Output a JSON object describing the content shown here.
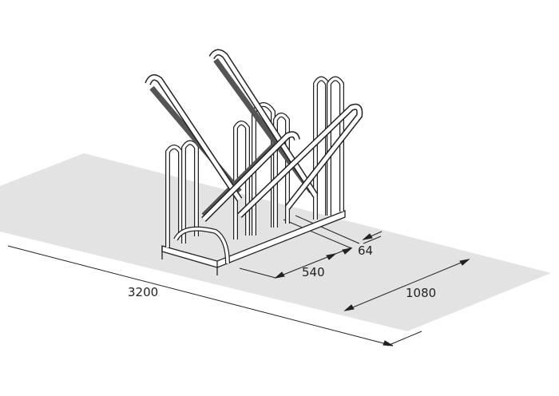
{
  "dimensions": {
    "total_length": "3200",
    "depth": "1080",
    "spacing": "540",
    "offset": "64"
  },
  "colors": {
    "floor": "#e3e3e3",
    "line": "#222222",
    "bar": "#555555"
  }
}
